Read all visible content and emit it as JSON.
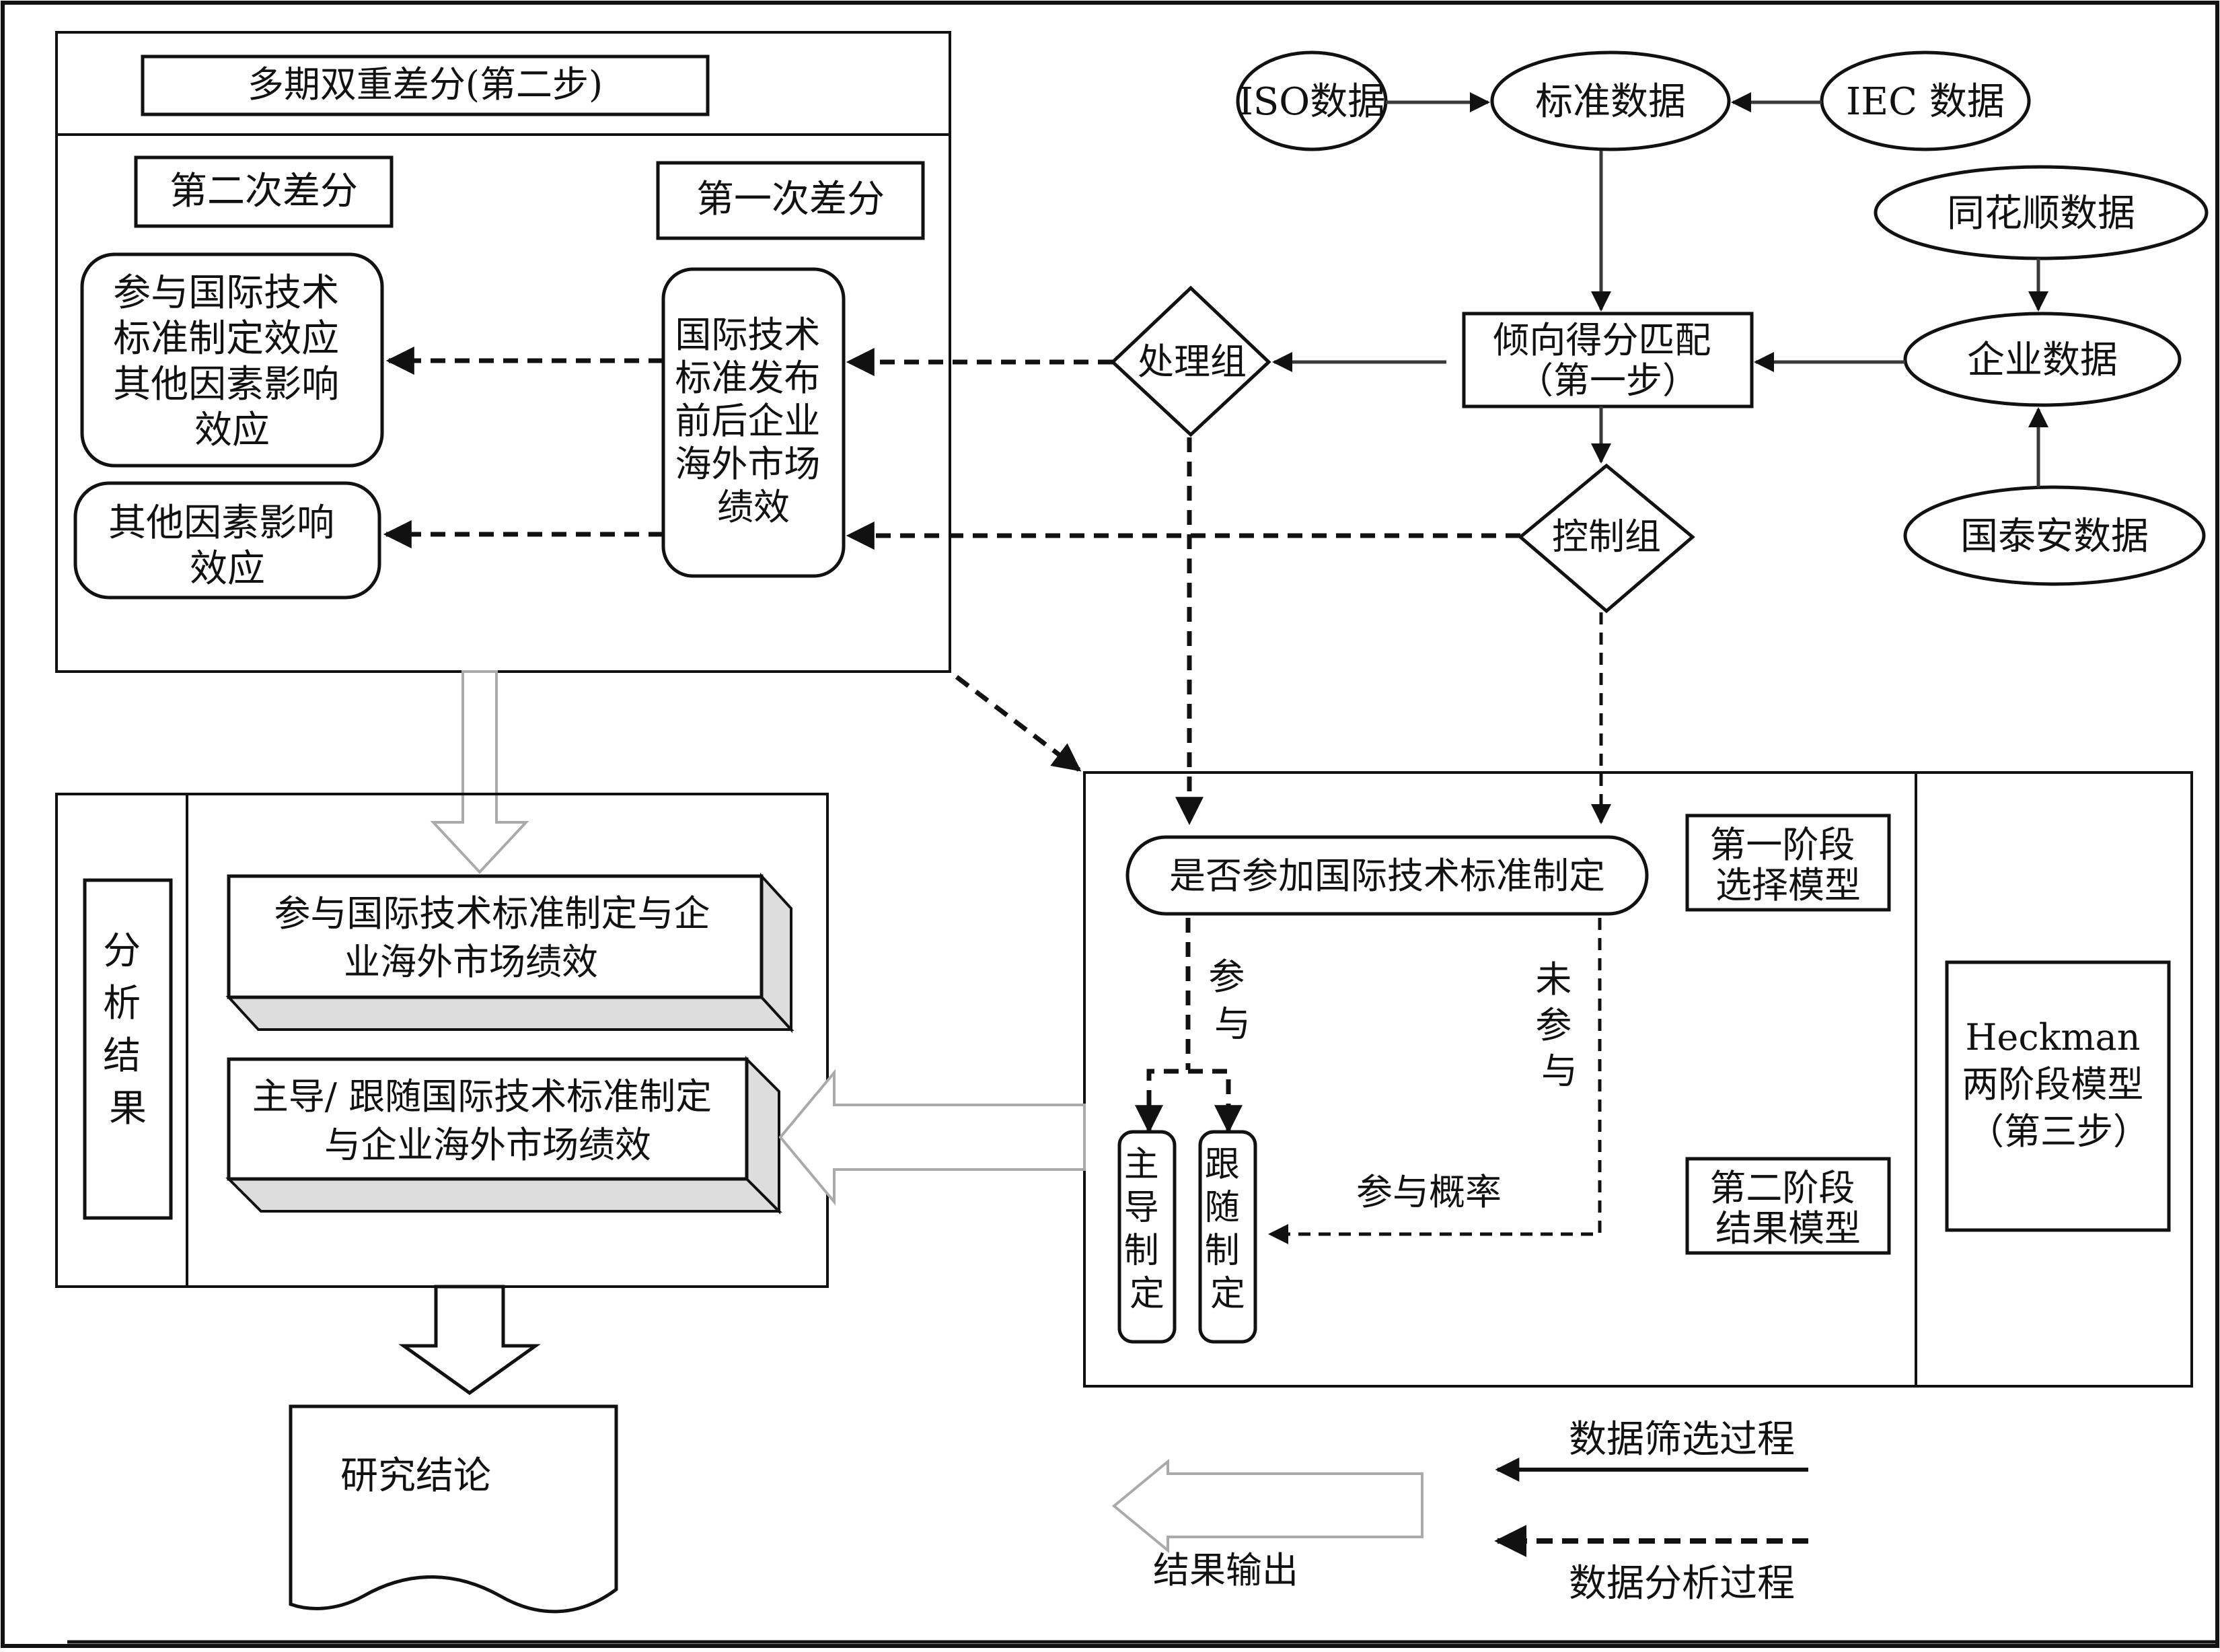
{
  "step2": {
    "title": "多期双重差分(第二步)",
    "second_diff_label": "第二次差分",
    "first_diff_label": "第一次差分",
    "effect_box_lines": [
      "参与国际技术",
      "标准制定效应",
      "其他因素影响",
      "效应"
    ],
    "other_box_lines": [
      "其他因素影响",
      "效应"
    ],
    "center_box_lines": [
      "国际技术",
      "标准发布",
      "前后企业",
      "海外市场",
      "绩效"
    ]
  },
  "step1": {
    "iso_label": "ISO数据",
    "standard_label": "标准数据",
    "iec_label": "IEC 数据",
    "ths_label": "同花顺数据",
    "enterprise_label": "企业数据",
    "gta_label": "国泰安数据",
    "psm_lines": [
      "倾向得分匹配",
      "（第一步）"
    ],
    "treat_label": "处理组",
    "control_label": "控制组"
  },
  "heckman": {
    "question_label": "是否参加国际技术标准制定",
    "stage1_lines": [
      "第一阶段",
      "选择模型"
    ],
    "stage2_lines": [
      "第二阶段",
      "结果模型"
    ],
    "model_lines": [
      "Heckman",
      "两阶段模型",
      "（第三步）"
    ],
    "participate_chars": [
      "参",
      "与"
    ],
    "not_participate_chars": [
      "未",
      "参",
      "与"
    ],
    "prob_label": "参与概率",
    "lead_chars": [
      "主",
      "导",
      "制",
      "定"
    ],
    "follow_chars": [
      "跟",
      "随",
      "制",
      "定"
    ]
  },
  "analysis": {
    "side_chars": [
      "分",
      "析",
      "结",
      "果"
    ],
    "result1_lines": [
      "参与国际技术标准制定与企",
      "业海外市场绩效"
    ],
    "result2_lines": [
      "主导/ 跟随国际技术标准制定",
      "与企业海外市场绩效"
    ]
  },
  "conclusion_label": "研究结论",
  "legend": {
    "screen_label": "数据筛选过程",
    "analysis_label": "数据分析过程",
    "output_label": "结果输出"
  },
  "colors": {
    "line": "#111111",
    "solid_arrow": "#3a3a3a",
    "output_arrow": "#aaaaaa",
    "shadow": "#dddddd"
  }
}
